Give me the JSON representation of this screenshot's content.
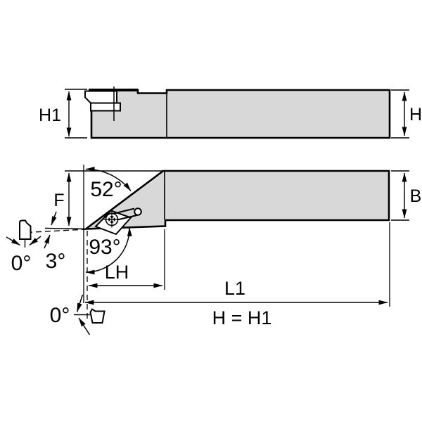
{
  "diagram": {
    "type": "technical-drawing",
    "subject": "indexable-turning-toolholder-dimensions",
    "labels": {
      "h1": "H1",
      "h": "H",
      "b": "B",
      "f": "F",
      "angle_insert_seat": "52°",
      "angle_lead": "93°",
      "angle_back": "3°",
      "angle_rake_side": "0°",
      "angle_rake_back": "0°",
      "head_length": "LH",
      "overall_length": "L1",
      "height_note": "H = H1"
    },
    "colors": {
      "body_fill": "#d8d8d8",
      "line": "#000000",
      "background": "#ffffff"
    }
  }
}
